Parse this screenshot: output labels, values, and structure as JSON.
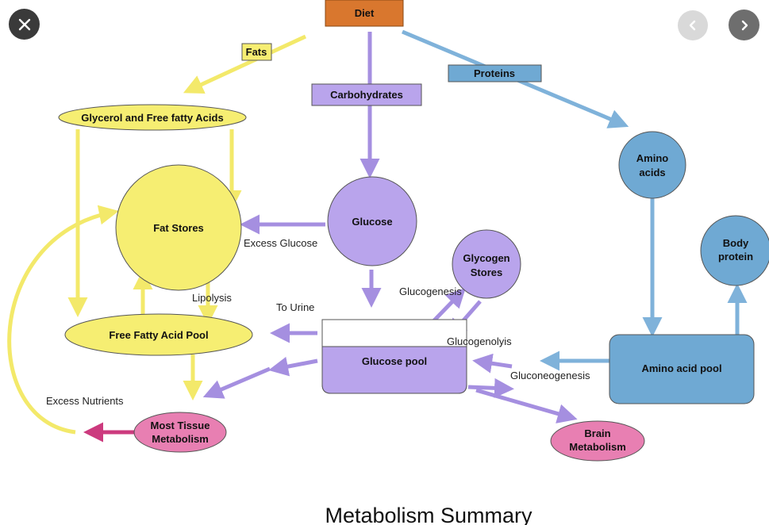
{
  "viewer": {
    "close_icon": "close-icon",
    "prev_icon": "chevron-left-icon",
    "next_icon": "chevron-right-icon"
  },
  "colors": {
    "yellow": "#f6ee72",
    "yellow_line": "#f3e96a",
    "purple": "#b9a4ec",
    "purple_line": "#a58fe0",
    "blue": "#6fa9d3",
    "blue_line": "#7fb2da",
    "orange": "#d9772e",
    "pink": "#e87fb2",
    "magenta": "#cc3a7e"
  },
  "diagram": {
    "title": "Metabolism Summary",
    "diet": "Diet",
    "fats": "Fats",
    "carbohydrates": "Carbohydrates",
    "proteins": "Proteins",
    "glycerol": "Glycerol and Free fatty Acids",
    "fat_stores": "Fat Stores",
    "glucose": "Glucose",
    "excess_glucose": "Excess Glucose",
    "amino_acids_l1": "Amino",
    "amino_acids_l2": "acids",
    "body_protein_l1": "Body",
    "body_protein_l2": "protein",
    "glycogen_l1": "Glycogen",
    "glycogen_l2": "Stores",
    "glucogenesis": "Glucogenesis",
    "glucogenolyis": "Glucogenolyis",
    "to_urine": "To Urine",
    "lipolysis": "Lipolysis",
    "ffa_pool": "Free Fatty Acid Pool",
    "glucose_pool": "Glucose pool",
    "gluconeogenesis": "Gluconeogenesis",
    "amino_pool": "Amino acid pool",
    "excess_nutrients": "Excess Nutrients",
    "most_tissue_l1": "Most Tissue",
    "most_tissue_l2": "Metabolism",
    "brain_l1": "Brain",
    "brain_l2": "Metabolism"
  }
}
